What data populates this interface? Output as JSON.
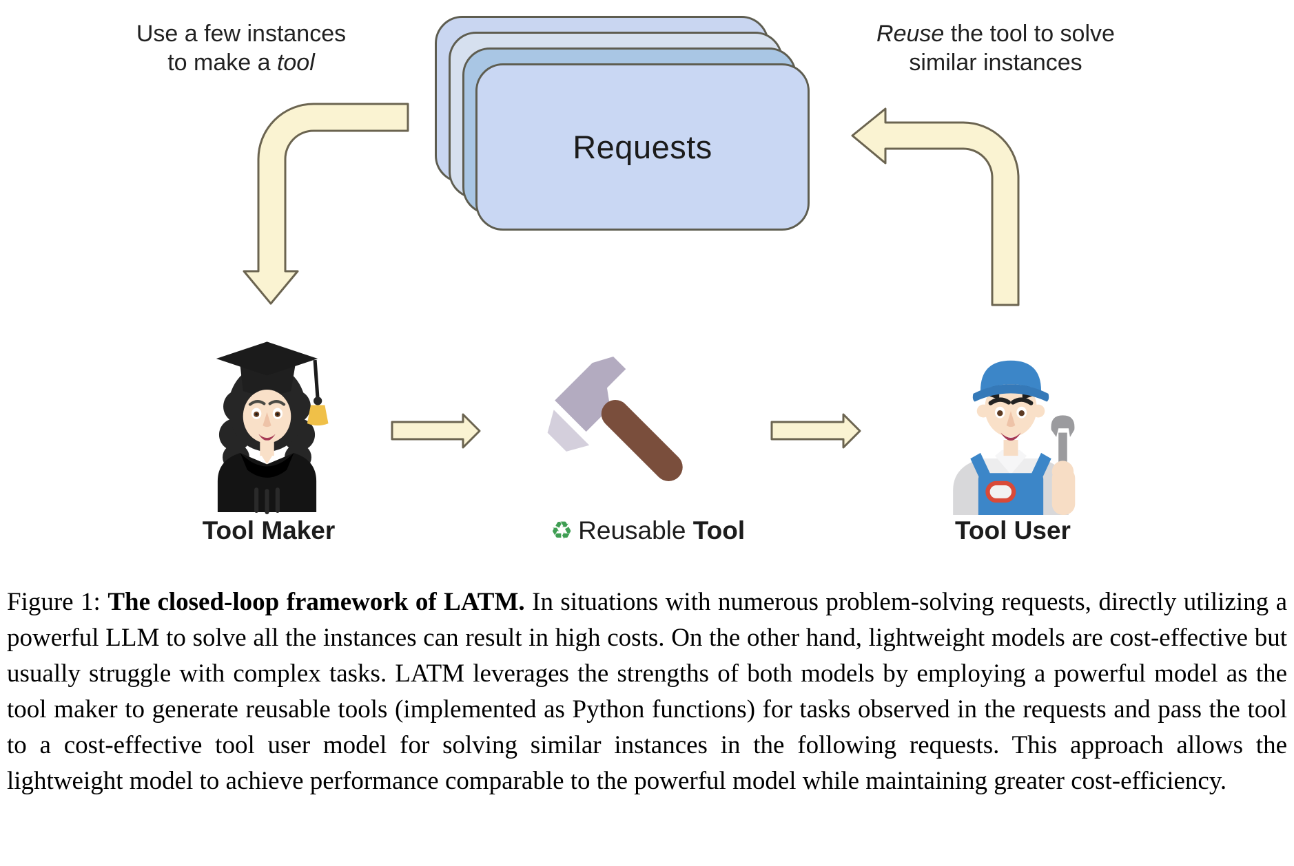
{
  "figure": {
    "annotations": {
      "left": {
        "line1": "Use a few instances",
        "line2_prefix": "to make a ",
        "line2_italic": "tool"
      },
      "right": {
        "line1_italic": "Reuse",
        "line1_rest": " the tool to solve",
        "line2": "similar instances"
      }
    },
    "requests_card": {
      "label": "Requests"
    },
    "nodes": {
      "maker": {
        "label": "Tool Maker",
        "icon": "woman-student-emoji"
      },
      "tool": {
        "recycle_icon": "♻",
        "label_regular": "Reusable ",
        "label_bold": "Tool",
        "icon": "hammer-emoji"
      },
      "user": {
        "label": "Tool User",
        "icon": "man-mechanic-emoji"
      }
    },
    "colors": {
      "card_back": "#c9d6f1",
      "card_second": "#d6e0ef",
      "card_third": "#a9c6e4",
      "card_front": "#c9d7f3",
      "card_border": "#5e5d50",
      "arrow_fill": "#faf3d2",
      "arrow_border": "#6b6450",
      "recycle_green": "#3f9e53"
    }
  },
  "caption": {
    "prefix": "Figure 1: ",
    "bold": "The closed-loop framework of LATM.",
    "body": " In situations with numerous problem-solving requests, directly utilizing a powerful LLM to solve all the instances can result in high costs. On the other hand, lightweight models are cost-effective but usually struggle with complex tasks. LATM leverages the strengths of both models by employing a powerful model as the tool maker to generate reusable tools (implemented as Python functions) for tasks observed in the requests and pass the tool to a cost-effective tool user model for solving similar instances in the following requests. This approach allows the lightweight model to achieve performance comparable to the powerful model while maintaining greater cost-efficiency."
  }
}
